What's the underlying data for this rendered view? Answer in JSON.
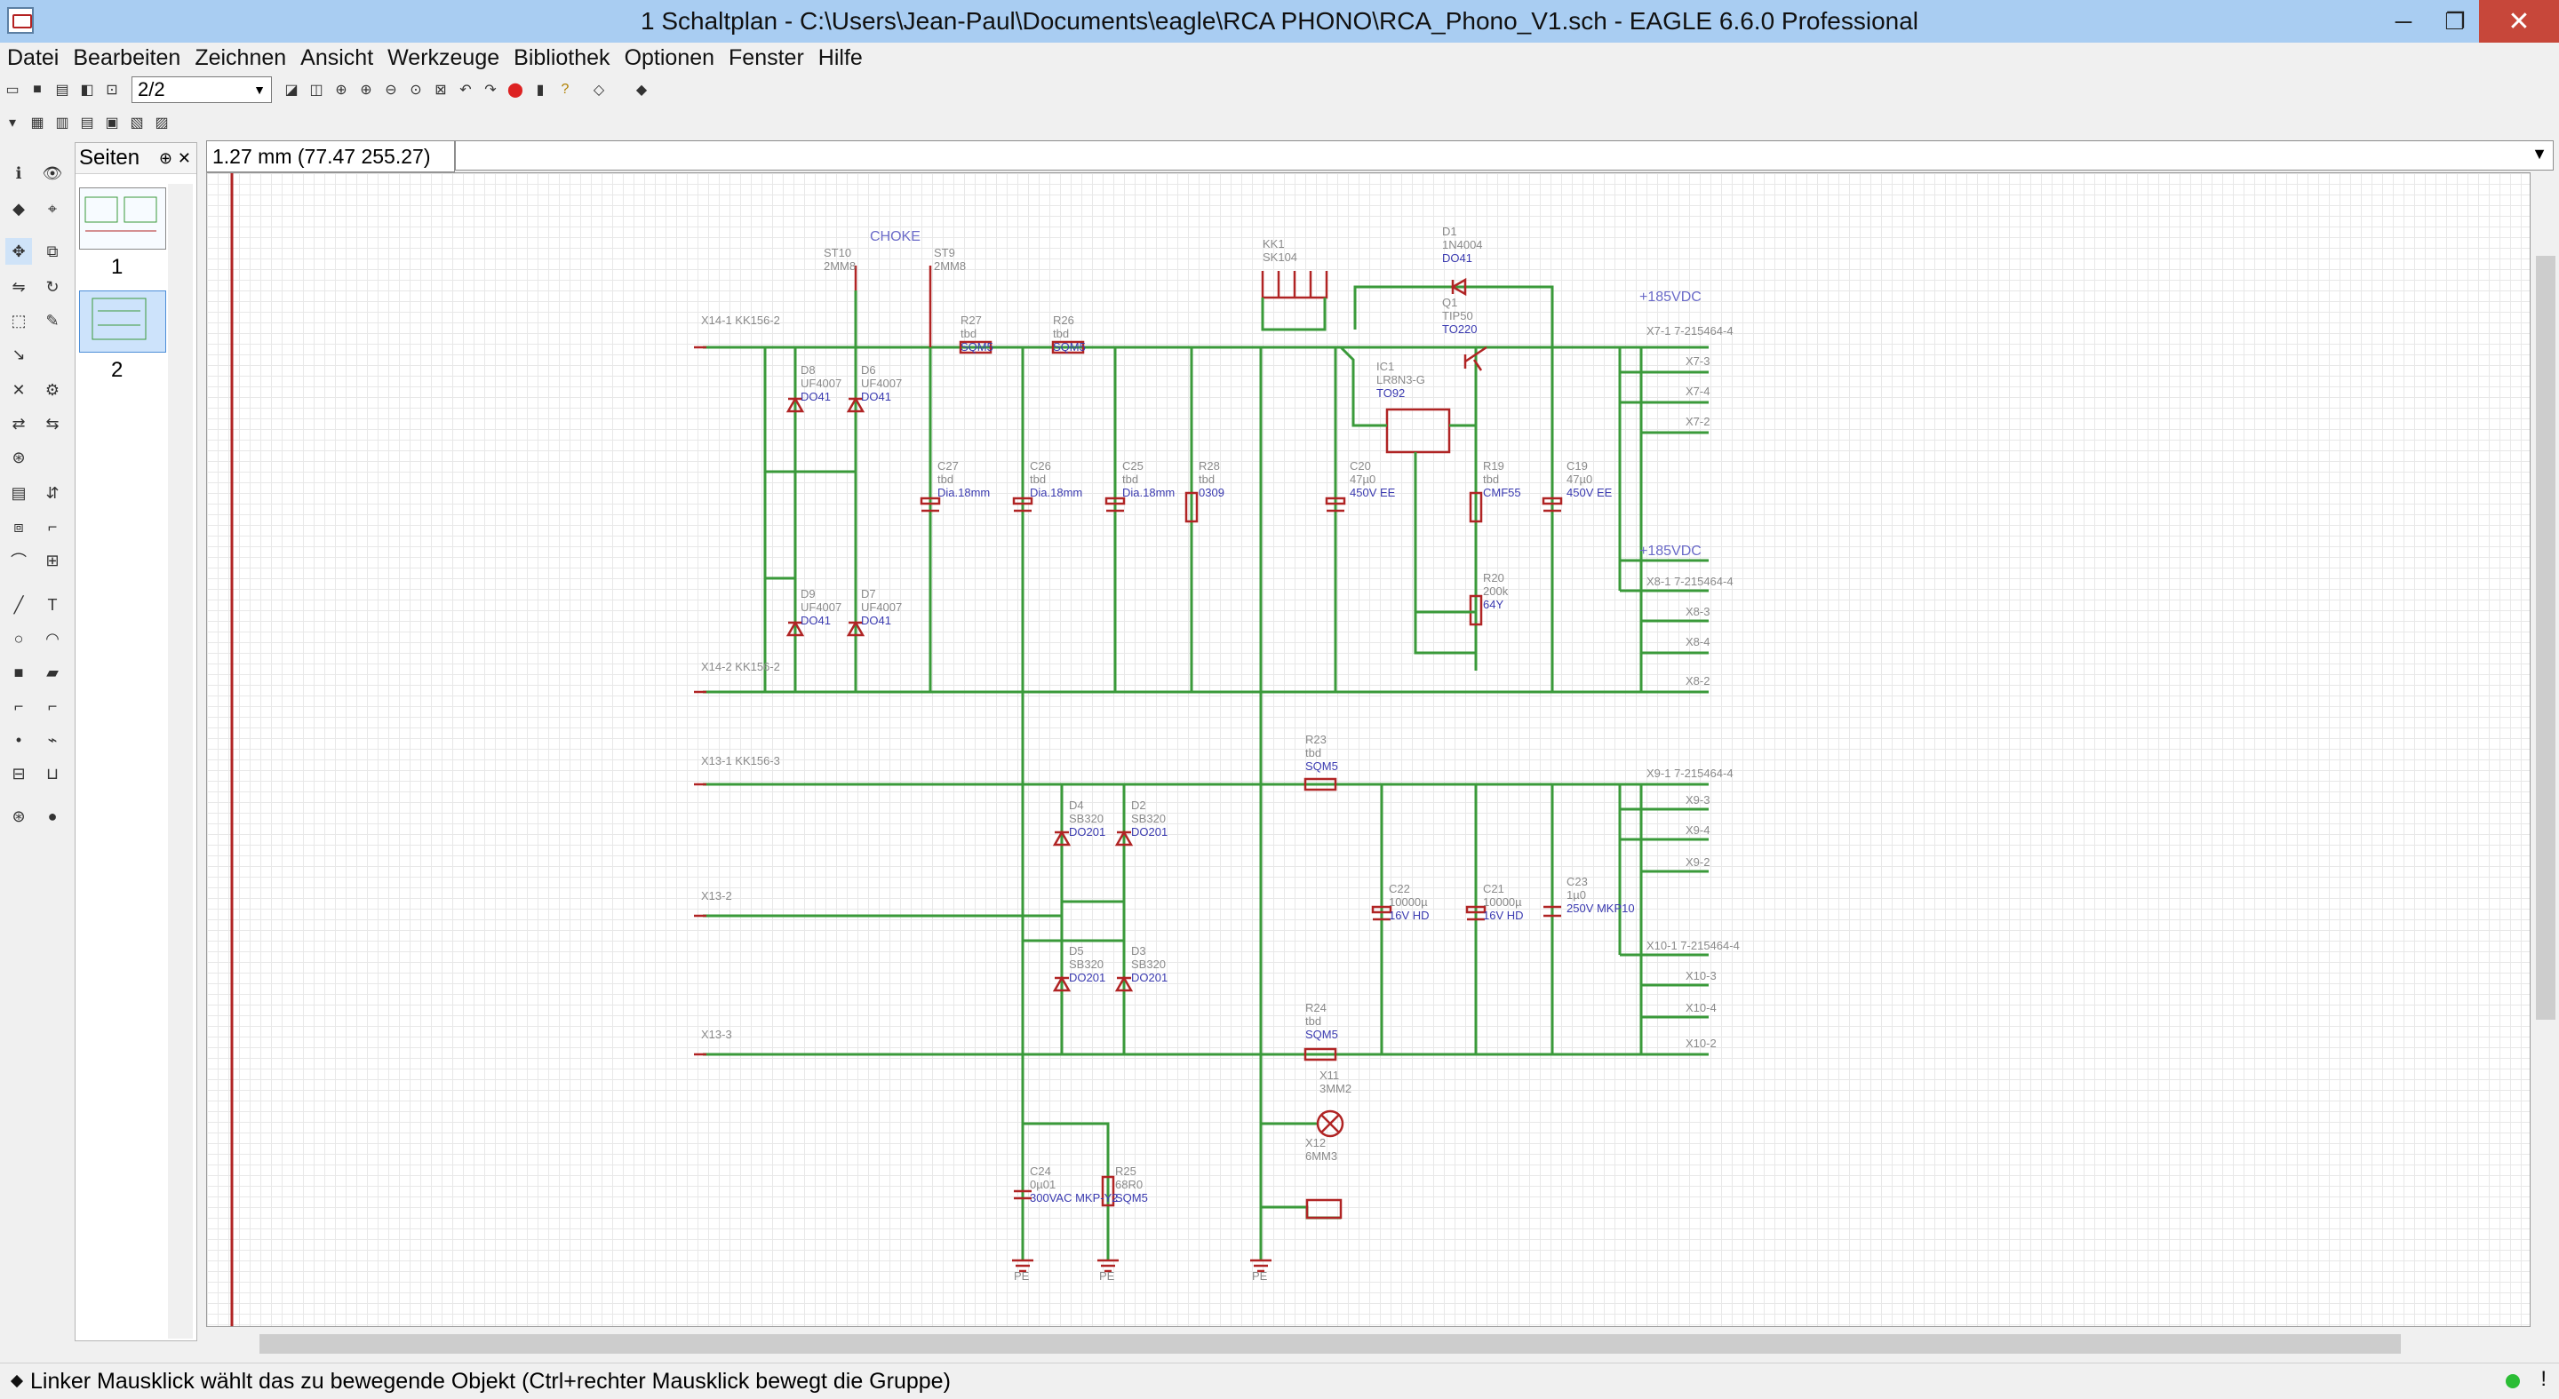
{
  "window": {
    "title": "1 Schaltplan - C:\\Users\\Jean-Paul\\Documents\\eagle\\RCA PHONO\\RCA_Phono_V1.sch - EAGLE 6.6.0 Professional",
    "minimize_glyph": "─",
    "restore_glyph": "❐",
    "close_glyph": "✕"
  },
  "menu": [
    "Datei",
    "Bearbeiten",
    "Zeichnen",
    "Ansicht",
    "Werkzeuge",
    "Bibliothek",
    "Optionen",
    "Fenster",
    "Hilfe"
  ],
  "toolbar": {
    "sheet_value": "2/2"
  },
  "pages_panel": {
    "title": "Seiten",
    "pages": [
      "1",
      "2"
    ]
  },
  "coordinates": "1.27 mm (77.47 255.27)",
  "command_line": {
    "value": ""
  },
  "status": {
    "message": "Linker Mausklick wählt das zu bewegende Objekt (Ctrl+rechter Mausklick bewegt die Gruppe)",
    "indicator": "!"
  },
  "schematic": {
    "choke_label": "CHOKE",
    "rail_label_1": "+185VDC",
    "rail_label_2": "+185VDC",
    "left_connectors": [
      "X14-1 KK156-2",
      "X14-2 KK156-2",
      "X13-1 KK156-3",
      "X13-2",
      "X13-3"
    ],
    "parts": [
      {
        "name": "D8",
        "value": "UF4007",
        "pkg": "DO41"
      },
      {
        "name": "D6",
        "value": "UF4007",
        "pkg": "DO41"
      },
      {
        "name": "D9",
        "value": "UF4007",
        "pkg": "DO41"
      },
      {
        "name": "D7",
        "value": "UF4007",
        "pkg": "DO41"
      },
      {
        "name": "C27",
        "value": "tbd",
        "pkg": "Dia.18mm"
      },
      {
        "name": "C26",
        "value": "tbd",
        "pkg": "Dia.18mm"
      },
      {
        "name": "C25",
        "value": "tbd",
        "pkg": "Dia.18mm"
      },
      {
        "name": "R28",
        "value": "tbd",
        "pkg": "0309"
      },
      {
        "name": "R27",
        "value": "tbd",
        "pkg": "SQM5"
      },
      {
        "name": "R26",
        "value": "tbd",
        "pkg": "SQM5"
      },
      {
        "name": "C20",
        "value": "47µ0",
        "pkg": "450V EE"
      },
      {
        "name": "C19",
        "value": "47µ0",
        "pkg": "450V EE"
      },
      {
        "name": "R19",
        "value": "tbd",
        "pkg": "CMF55"
      },
      {
        "name": "R20",
        "value": "200k",
        "pkg": "64Y"
      },
      {
        "name": "IC1",
        "value": "LR8N3-G",
        "pkg": "TO92"
      },
      {
        "name": "Q1",
        "value": "TIP50",
        "pkg": "TO220"
      },
      {
        "name": "D1",
        "value": "1N4004",
        "pkg": "DO41"
      },
      {
        "name": "KK1",
        "value": "SK104",
        "pkg": ""
      },
      {
        "name": "ST10",
        "value": "2MM8",
        "pkg": ""
      },
      {
        "name": "ST9",
        "value": "2MM8",
        "pkg": ""
      },
      {
        "name": "D4",
        "value": "SB320",
        "pkg": "DO201"
      },
      {
        "name": "D2",
        "value": "SB320",
        "pkg": "DO201"
      },
      {
        "name": "D5",
        "value": "SB320",
        "pkg": "DO201"
      },
      {
        "name": "D3",
        "value": "SB320",
        "pkg": "DO201"
      },
      {
        "name": "R23",
        "value": "tbd",
        "pkg": "SQM5"
      },
      {
        "name": "R24",
        "value": "tbd",
        "pkg": "SQM5"
      },
      {
        "name": "C22",
        "value": "10000µ",
        "pkg": "16V HD"
      },
      {
        "name": "C21",
        "value": "10000µ",
        "pkg": "16V HD"
      },
      {
        "name": "C23",
        "value": "1µ0",
        "pkg": "250V MKP10"
      },
      {
        "name": "C24",
        "value": "0µ01",
        "pkg": "300VAC MKP-Y2"
      },
      {
        "name": "R25",
        "value": "68R0",
        "pkg": "SQM5"
      },
      {
        "name": "X11",
        "value": "3MM2",
        "pkg": ""
      },
      {
        "name": "X12",
        "value": "6MM3",
        "pkg": ""
      }
    ],
    "right_connectors_top": [
      "X7-1 7-215464-4",
      "X7-3",
      "X7-4",
      "X7-2"
    ],
    "right_connectors_mid": [
      "X8-1 7-215464-4",
      "X8-3",
      "X8-4",
      "X8-2"
    ],
    "right_connectors_low": [
      "X9-1 7-215464-4",
      "X9-3",
      "X9-4",
      "X9-2"
    ],
    "right_connectors_bottom": [
      "X10-1 7-215464-4",
      "X10-3",
      "X10-4",
      "X10-2"
    ],
    "ground_labels": [
      "PE",
      "PE",
      "PE"
    ]
  }
}
